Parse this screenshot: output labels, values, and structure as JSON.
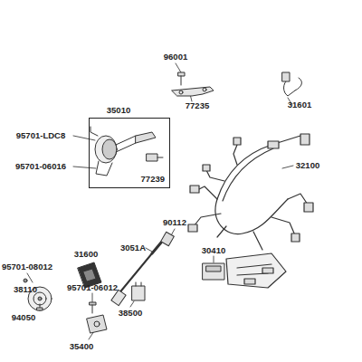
{
  "diagram": {
    "nodes": [
      {
        "text": [
          "35010",
          "77239"
        ]
      }
    ],
    "edges": [],
    "labels": [
      "96001",
      "77235",
      "31601",
      "95701-LDC8",
      "95701-06016",
      "32100",
      "90112",
      "95701-08012",
      "38110",
      "31600",
      "94050",
      "3051A",
      "95701-06012",
      "30410",
      "38500",
      "35400"
    ]
  }
}
